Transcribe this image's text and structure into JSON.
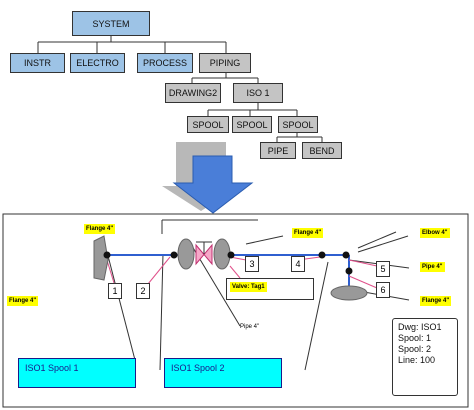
{
  "hierarchy": {
    "root": "SYSTEM",
    "level1": [
      "INSTR",
      "ELECTRO",
      "PROCESS",
      "PIPING"
    ],
    "level2": [
      "DRAWING2",
      "ISO 1"
    ],
    "level3": [
      "SPOOL",
      "SPOOL",
      "SPOOL"
    ],
    "level4": [
      "PIPE",
      "BEND"
    ]
  },
  "isometric": {
    "flange_left_top": "Flange 4\"",
    "flange_left_side": "Flange 4\"",
    "flange_mid": "Flange 4\"",
    "elbow": "Elbow 4\"",
    "pipe_right": "Pipe 4\"",
    "flange_right": "Flange 4\"",
    "pipe_bottom": "Pipe 4\"",
    "valve_tag": "Valve: Tag1",
    "numbers": [
      "1",
      "2",
      "3",
      "4",
      "5",
      "6"
    ],
    "spool1": "ISO1 Spool 1",
    "spool2": "ISO1 Spool 2",
    "info_lines": [
      "Dwg: ISO1",
      "Spool: 1",
      "Spool: 2",
      "Line: 100"
    ]
  },
  "colors": {
    "level_blue": "#9dc3e6",
    "level_grey": "#c4c4c4",
    "arrow_blue": "#4a7ed8",
    "label_yellow": "#ffff00",
    "spool_cyan": "#00ffff",
    "pipe_blue": "#2f5fd0",
    "leader_pink": "#e0508a"
  }
}
